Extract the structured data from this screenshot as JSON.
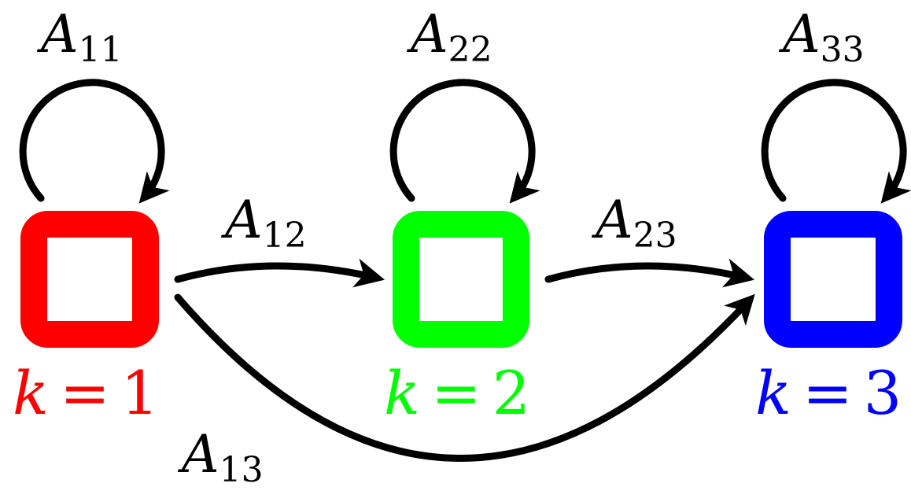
{
  "states": [
    {
      "id": "s1",
      "var": "k",
      "eq": "=",
      "value": "1",
      "color": "#ff0000"
    },
    {
      "id": "s2",
      "var": "k",
      "eq": "=",
      "value": "2",
      "color": "#00ff00"
    },
    {
      "id": "s3",
      "var": "k",
      "eq": "=",
      "value": "3",
      "color": "#0000ff"
    }
  ],
  "edges": {
    "A11": {
      "main": "A",
      "sub": "11"
    },
    "A22": {
      "main": "A",
      "sub": "22"
    },
    "A33": {
      "main": "A",
      "sub": "33"
    },
    "A12": {
      "main": "A",
      "sub": "12"
    },
    "A23": {
      "main": "A",
      "sub": "23"
    },
    "A13": {
      "main": "A",
      "sub": "13"
    }
  }
}
